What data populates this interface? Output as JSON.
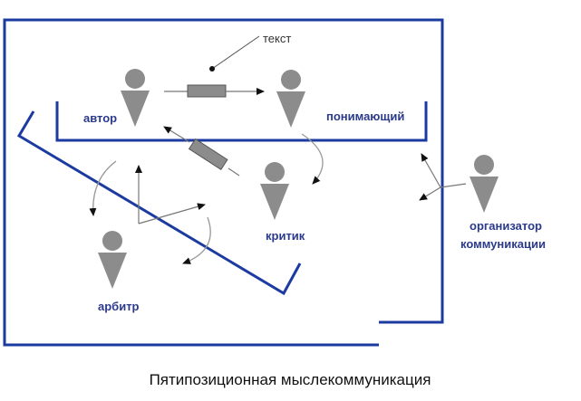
{
  "colors": {
    "frame": "#1c3ba0",
    "figure": "#8c8c8c",
    "arrow": "#111111",
    "curve": "#9a9a9a",
    "label": "#2b3a8c"
  },
  "roles": {
    "author": "автор",
    "understanding": "понимающий",
    "critic": "критик",
    "arbiter": "арбитр",
    "organizer_line1": "организатор",
    "organizer_line2": "коммуникации"
  },
  "annotation": {
    "text": "текст"
  },
  "caption": "Пятипозиционная мыслекоммуникация",
  "icons": [
    "person-figure-icon",
    "text-block-icon",
    "arrow-icon"
  ]
}
